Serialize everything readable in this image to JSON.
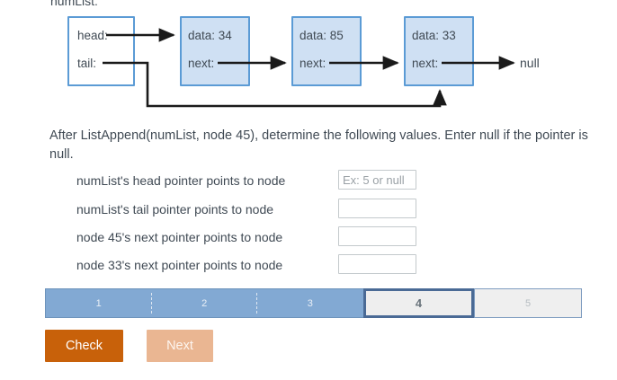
{
  "diagram": {
    "variable_label": "numList:",
    "pointer_box": {
      "head_label": "head:",
      "tail_label": "tail:"
    },
    "nodes": [
      {
        "data_label": "data: 34",
        "next_label": "next:"
      },
      {
        "data_label": "data: 85",
        "next_label": "next:"
      },
      {
        "data_label": "data: 33",
        "next_label": "next:"
      }
    ],
    "terminator": "null",
    "colors": {
      "node_fill": "#cfe0f3",
      "node_border": "#5b9bd5",
      "arrow": "#1a1a1a"
    }
  },
  "prompt": {
    "text": "After ListAppend(numList, node 45), determine the following values. Enter null if the pointer is null."
  },
  "questions": [
    {
      "label": "numList's head pointer points to node",
      "value": "",
      "placeholder": "Ex: 5 or null"
    },
    {
      "label": "numList's tail pointer points to node",
      "value": "",
      "placeholder": ""
    },
    {
      "label": "node 45's next pointer points to node",
      "value": "",
      "placeholder": ""
    },
    {
      "label": "node 33's next pointer points to node",
      "value": "",
      "placeholder": ""
    }
  ],
  "progress": {
    "segments": [
      {
        "label": "1",
        "state": "done"
      },
      {
        "label": "2",
        "state": "done"
      },
      {
        "label": "3",
        "state": "done"
      },
      {
        "label": "4",
        "state": "current"
      },
      {
        "label": "5",
        "state": "upcoming"
      }
    ],
    "current_step": 4,
    "total_steps": 5,
    "colors": {
      "done": "#82a9d3",
      "current_border": "#4a6a95",
      "current_fill": "#eeeeee",
      "upcoming": "#efefef"
    }
  },
  "buttons": {
    "check_label": "Check",
    "next_label": "Next",
    "check_color": "#c8610a",
    "next_color": "#eab692"
  }
}
